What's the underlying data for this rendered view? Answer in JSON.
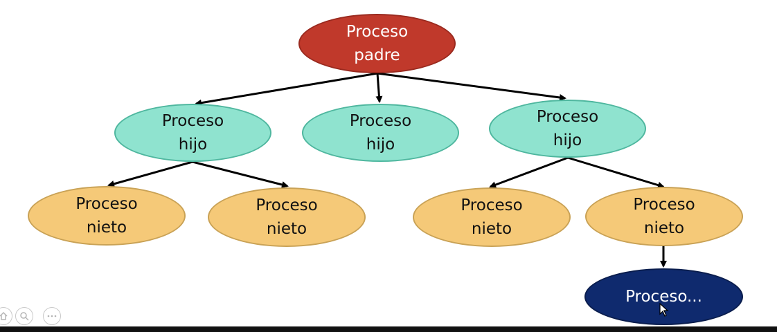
{
  "diagram": {
    "root": {
      "line1": "Proceso",
      "line2": "padre"
    },
    "children": [
      {
        "line1": "Proceso",
        "line2": "hijo"
      },
      {
        "line1": "Proceso",
        "line2": "hijo"
      },
      {
        "line1": "Proceso",
        "line2": "hijo"
      }
    ],
    "grandchildren": [
      {
        "line1": "Proceso",
        "line2": "nieto"
      },
      {
        "line1": "Proceso",
        "line2": "nieto"
      },
      {
        "line1": "Proceso",
        "line2": "nieto"
      },
      {
        "line1": "Proceso",
        "line2": "nieto"
      }
    ],
    "great_grandchild": {
      "label": "Proceso..."
    }
  },
  "colors": {
    "padre": "#c0392b",
    "hijo": "#8fe3cf",
    "nieto": "#f5c978",
    "bisnieto": "#0f2a6e",
    "arrow": "#000000"
  },
  "icons": [
    "home-icon",
    "zoom-icon",
    "more-icon",
    "mouse-pointer-icon"
  ]
}
